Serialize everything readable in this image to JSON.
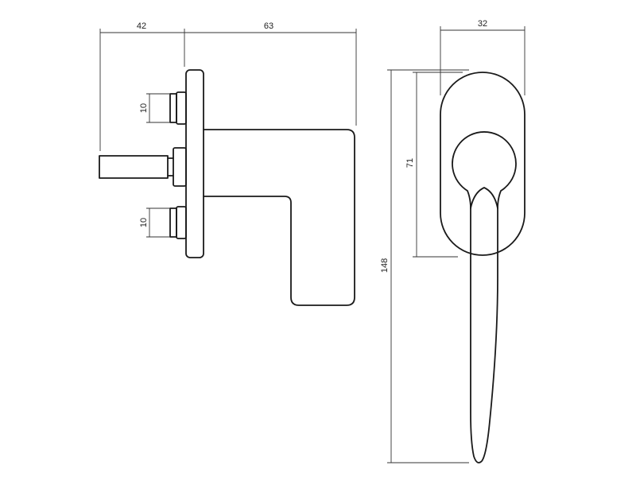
{
  "diagram": {
    "stroke_color": "#1a1a1a",
    "background": "#ffffff",
    "dimensions": {
      "spindle_projection": "42",
      "handle_depth": "63",
      "rose_width": "32",
      "hole_spacing_top": "10",
      "hole_spacing_bottom": "10",
      "rose_height": "71",
      "overall_length": "148"
    }
  }
}
